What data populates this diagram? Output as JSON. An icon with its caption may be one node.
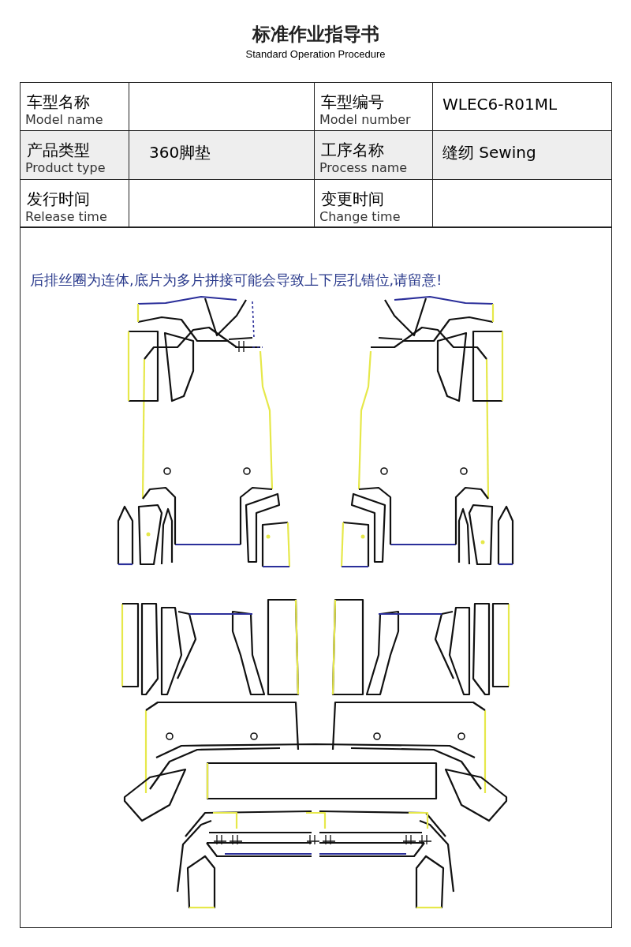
{
  "diagram": {
    "title": "标准作业指导书",
    "labels": [
      "Standard Operation Procedure",
      "车型名称",
      "Model name",
      "车型编号",
      "Model number",
      "WLEC6-R01ML",
      "产品类型",
      "Product type",
      "360脚垫",
      "工序名称",
      "Process name",
      "缝纫 Sewing",
      "发行时间",
      "Release time",
      "变更时间",
      "Change time",
      "后排丝圈为连体,底片为多片拼接可能会导致上下层孔错位,请留意!"
    ]
  }
}
